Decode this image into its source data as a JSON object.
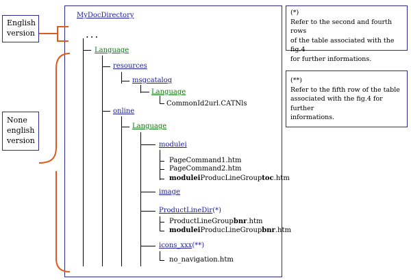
{
  "tree": {
    "root": "MyDocDirectory",
    "ellipsis": "...",
    "language_1": "Language",
    "resources": "resources",
    "msgcatalog": "msgcatalog",
    "language_2": "Language",
    "catnls": "CommonId2url.CATNls",
    "online": "online",
    "language_3": "Language",
    "modulei": "modulei",
    "page_command_1": "PageCommand1.htm",
    "page_command_2": "PageCommand2.htm",
    "modulei_toc": {
      "part1": "modulei",
      "part2": "ProducLineGroup",
      "part3": "toc",
      "part4": ".htm"
    },
    "image": "image",
    "product_line_dir": "ProductLineDir",
    "product_line_dir_note": "(*)",
    "product_line_group_bnr": {
      "part1": "ProductLineGroup",
      "part2": "bnr",
      "part3": ".htm"
    },
    "modulei_bnr": {
      "part1": "modulei",
      "part2": "ProducLineGroup",
      "part3": "bnr",
      "part4": ".htm"
    },
    "icons": "icons_xxx",
    "icons_note": "(**)",
    "no_navigation": "no_navigation.htm"
  },
  "labels": {
    "english": "English\nversion",
    "none_english": "None\nenglish\nversion"
  },
  "notes": {
    "note1": "(*)\nRefer to the second and fourth rows\nof the table associated with the fig.4\nfor further informations.",
    "note2": "(**)\nRefer to the fifth row of the table\nassociated with the fig.4 for further\ninformations."
  },
  "colors": {
    "frame_border": "#2a2a8a",
    "link_blue": "#1a1a9c",
    "link_green": "#0a7a0a",
    "brace_orange": "#e05a1a"
  }
}
